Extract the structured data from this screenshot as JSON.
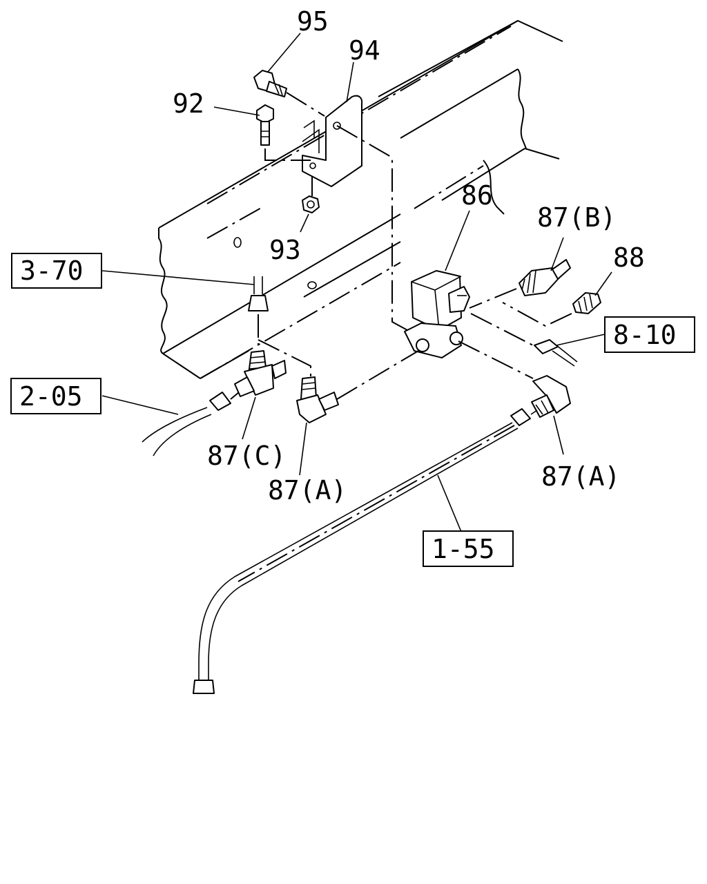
{
  "labels": {
    "p95": "95",
    "p94": "94",
    "p92": "92",
    "p93": "93",
    "p86": "86",
    "p87b": "87(B)",
    "p88": "88",
    "p87c": "87(C)",
    "p87a_left": "87(A)",
    "p87a_right": "87(A)"
  },
  "references": {
    "ref_3_70": "3-70",
    "ref_2_05": "2-05",
    "ref_8_10": "8-10",
    "ref_1_55": "1-55"
  }
}
